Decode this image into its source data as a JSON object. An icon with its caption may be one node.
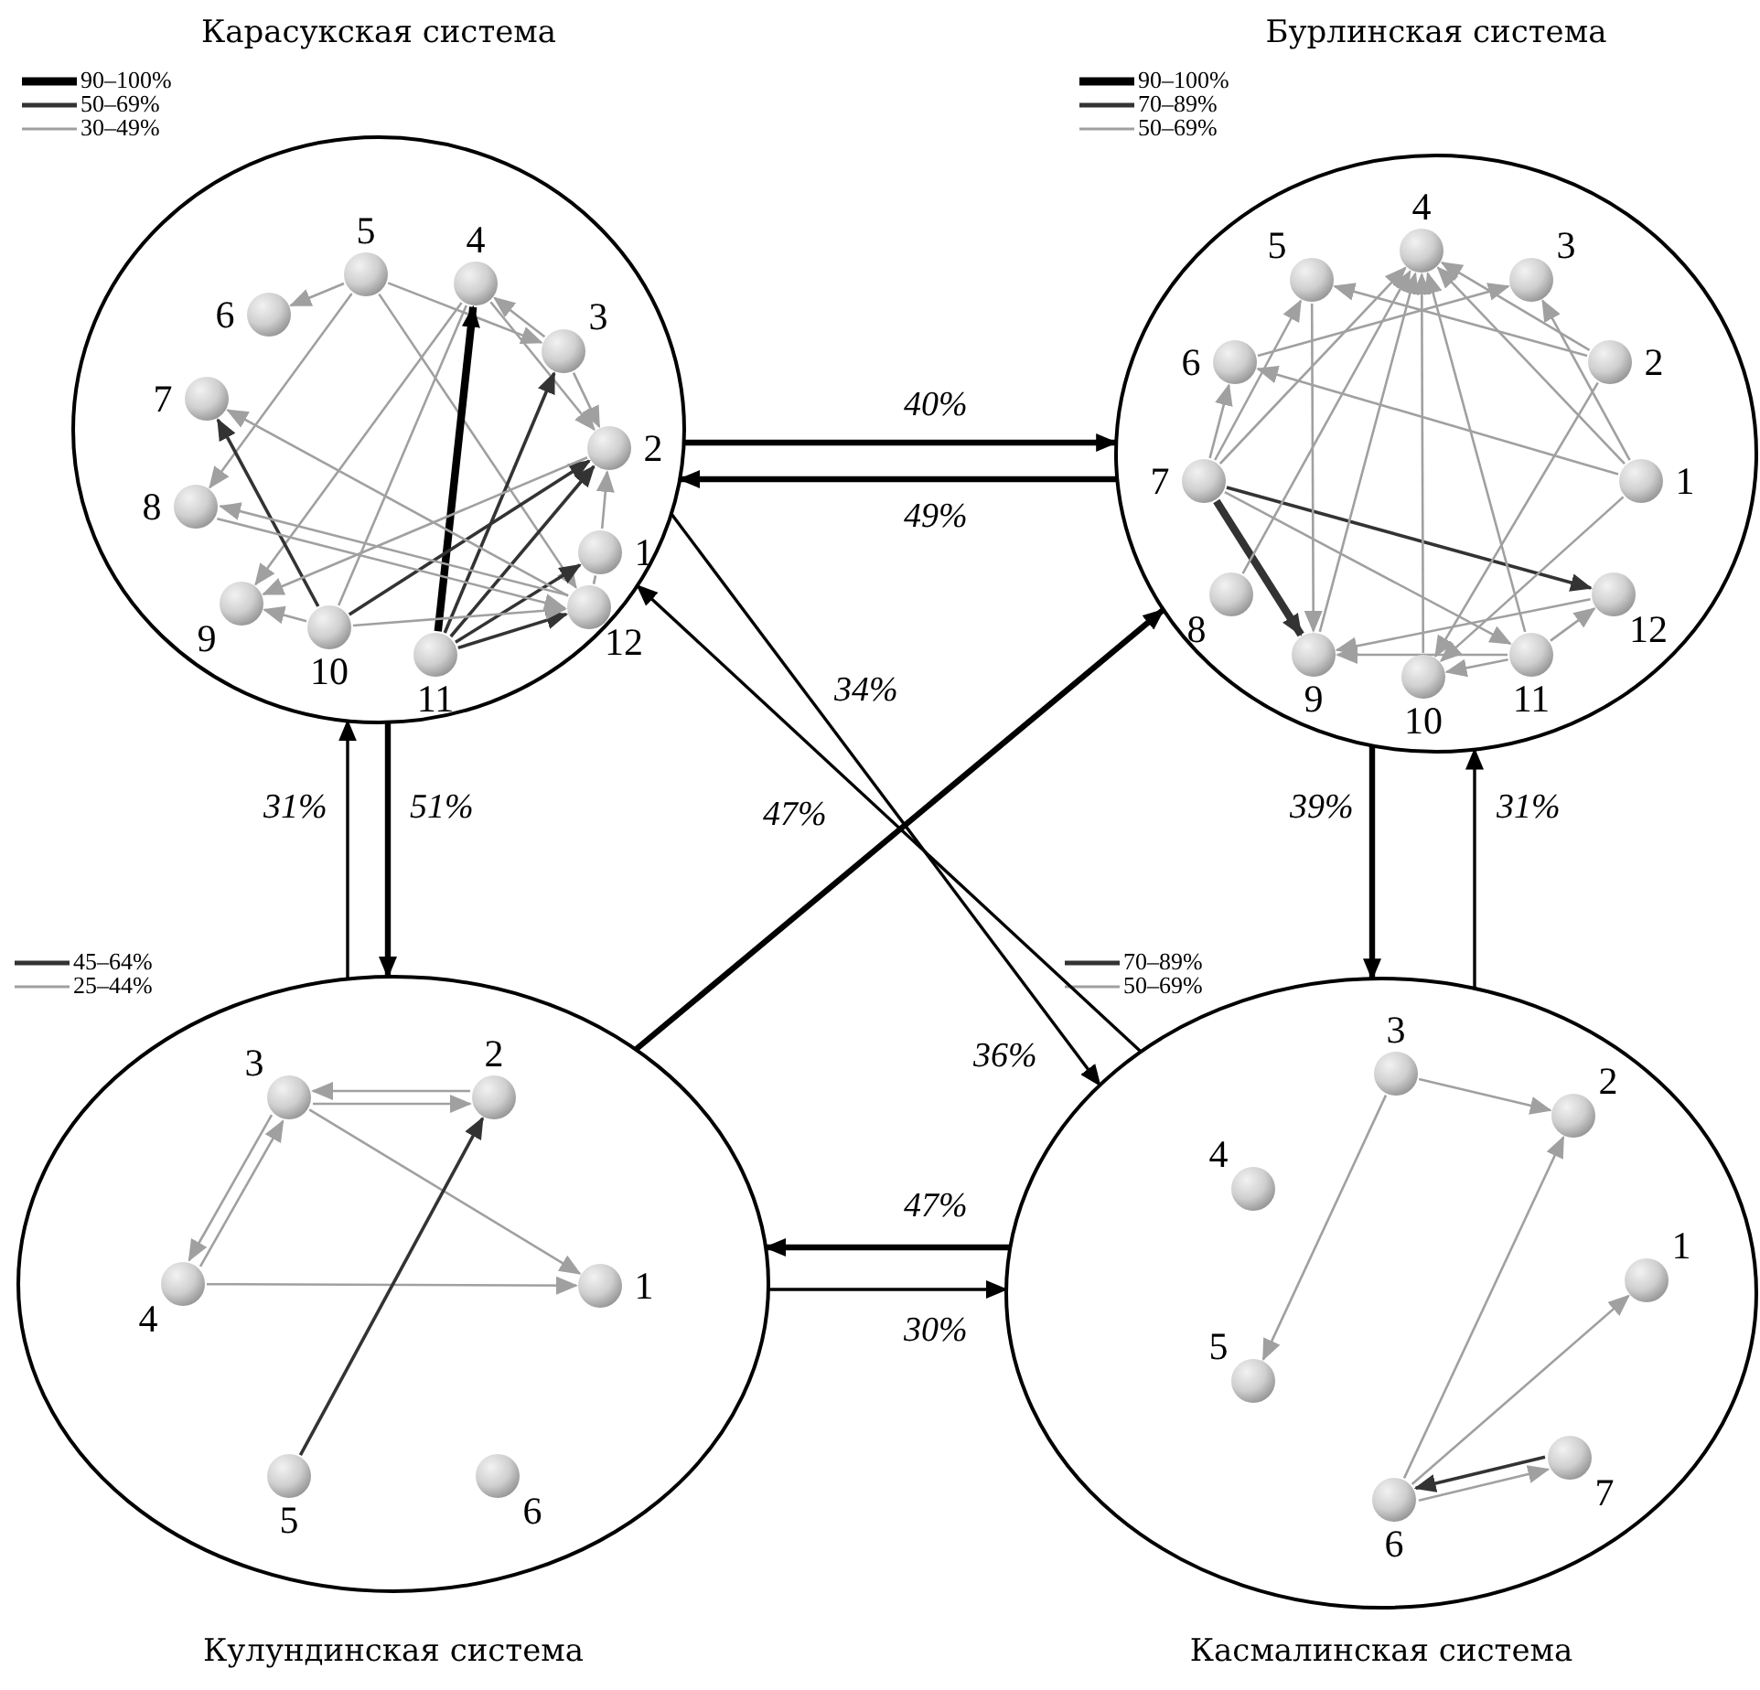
{
  "diagram": {
    "nodes": [
      {
        "text": [
          "Карасукская система"
        ]
      },
      {
        "text": [
          "1"
        ],
        "in": 0
      },
      {
        "text": [
          "2"
        ],
        "in": 0
      },
      {
        "text": [
          "3"
        ],
        "in": 0
      },
      {
        "text": [
          "4"
        ],
        "in": 0
      },
      {
        "text": [
          "5"
        ],
        "in": 0
      },
      {
        "text": [
          "6"
        ],
        "in": 0
      },
      {
        "text": [
          "7"
        ],
        "in": 0
      },
      {
        "text": [
          "8"
        ],
        "in": 0
      },
      {
        "text": [
          "9"
        ],
        "in": 0
      },
      {
        "text": [
          "10"
        ],
        "in": 0
      },
      {
        "text": [
          "11"
        ],
        "in": 0
      },
      {
        "text": [
          "12"
        ],
        "in": 0
      },
      {
        "text": [
          "Бурлинская система"
        ]
      },
      {
        "text": [
          "1"
        ],
        "in": 13
      },
      {
        "text": [
          "2"
        ],
        "in": 13
      },
      {
        "text": [
          "3"
        ],
        "in": 13
      },
      {
        "text": [
          "4"
        ],
        "in": 13
      },
      {
        "text": [
          "5"
        ],
        "in": 13
      },
      {
        "text": [
          "6"
        ],
        "in": 13
      },
      {
        "text": [
          "7"
        ],
        "in": 13
      },
      {
        "text": [
          "8"
        ],
        "in": 13
      },
      {
        "text": [
          "9"
        ],
        "in": 13
      },
      {
        "text": [
          "10"
        ],
        "in": 13
      },
      {
        "text": [
          "11"
        ],
        "in": 13
      },
      {
        "text": [
          "12"
        ],
        "in": 13
      },
      {
        "text": [
          "Кулундинская система"
        ]
      },
      {
        "text": [
          "1"
        ],
        "in": 26
      },
      {
        "text": [
          "2"
        ],
        "in": 26
      },
      {
        "text": [
          "3"
        ],
        "in": 26
      },
      {
        "text": [
          "4"
        ],
        "in": 26
      },
      {
        "text": [
          "5"
        ],
        "in": 26
      },
      {
        "text": [
          "6"
        ],
        "in": 26
      },
      {
        "text": [
          "Касмалинская система"
        ]
      },
      {
        "text": [
          "1"
        ],
        "in": 33
      },
      {
        "text": [
          "2"
        ],
        "in": 33
      },
      {
        "text": [
          "3"
        ],
        "in": 33
      },
      {
        "text": [
          "4"
        ],
        "in": 33
      },
      {
        "text": [
          "5"
        ],
        "in": 33
      },
      {
        "text": [
          "6"
        ],
        "in": 33
      },
      {
        "text": [
          "7"
        ],
        "in": 33
      }
    ],
    "edges": [
      {
        "from": 0,
        "to": 13,
        "arrow": "to",
        "label": "40%",
        "style": "thick",
        "color": "#000000"
      },
      {
        "from": 13,
        "to": 0,
        "arrow": "to",
        "label": "49%",
        "style": "thick",
        "color": "#000000"
      },
      {
        "from": 26,
        "to": 0,
        "arrow": "to",
        "label": "31%",
        "color": "#000000"
      },
      {
        "from": 0,
        "to": 26,
        "arrow": "to",
        "label": "51%",
        "style": "thick",
        "color": "#000000"
      },
      {
        "from": 0,
        "to": 33,
        "arrow": "to",
        "label": "34%",
        "color": "#000000"
      },
      {
        "from": 33,
        "to": 0,
        "arrow": "to",
        "label": "36%",
        "color": "#000000"
      },
      {
        "from": 26,
        "to": 13,
        "arrow": "to",
        "label": "47%",
        "style": "thick",
        "color": "#000000"
      },
      {
        "from": 13,
        "to": 33,
        "arrow": "to",
        "label": "39%",
        "style": "thick",
        "color": "#000000"
      },
      {
        "from": 33,
        "to": 13,
        "arrow": "to",
        "label": "31%",
        "color": "#000000"
      },
      {
        "from": 33,
        "to": 26,
        "arrow": "to",
        "label": "47%",
        "style": "thick",
        "color": "#000000"
      },
      {
        "from": 26,
        "to": 33,
        "arrow": "to",
        "label": "30%",
        "color": "#000000"
      },
      {
        "from": 5,
        "to": 6,
        "arrow": "to"
      },
      {
        "from": 5,
        "to": 8,
        "arrow": "to"
      },
      {
        "from": 5,
        "to": 3,
        "arrow": "to"
      },
      {
        "from": 5,
        "to": 12,
        "arrow": "to"
      },
      {
        "from": 3,
        "to": 4,
        "arrow": "to"
      },
      {
        "from": 4,
        "to": 9,
        "arrow": "to"
      },
      {
        "from": 4,
        "to": 10,
        "arrow": "none"
      },
      {
        "from": 4,
        "to": 2,
        "arrow": "to"
      },
      {
        "from": 11,
        "to": 4,
        "arrow": "to",
        "style": "thick",
        "color": "#000000"
      },
      {
        "from": 11,
        "to": 3,
        "arrow": "to",
        "color": "#333333"
      },
      {
        "from": 11,
        "to": 2,
        "arrow": "to",
        "color": "#333333"
      },
      {
        "from": 10,
        "to": 2,
        "arrow": "to",
        "color": "#333333"
      },
      {
        "from": 11,
        "to": 1,
        "arrow": "to",
        "color": "#333333"
      },
      {
        "from": 11,
        "to": 12,
        "arrow": "to",
        "color": "#333333"
      },
      {
        "from": 10,
        "to": 7,
        "arrow": "to",
        "color": "#333333"
      },
      {
        "from": 10,
        "to": 9,
        "arrow": "to"
      },
      {
        "from": 10,
        "to": 12,
        "arrow": "to"
      },
      {
        "from": 2,
        "to": 9,
        "arrow": "to"
      },
      {
        "from": 12,
        "to": 7,
        "arrow": "to"
      },
      {
        "from": 12,
        "to": 8,
        "arrow": "to"
      },
      {
        "from": 8,
        "to": 12,
        "arrow": "to"
      },
      {
        "from": 1,
        "to": 2,
        "arrow": "to"
      },
      {
        "from": 3,
        "to": 2,
        "arrow": "to"
      },
      {
        "from": 12,
        "to": 1,
        "arrow": "none"
      },
      {
        "from": 20,
        "to": 19,
        "arrow": "to"
      },
      {
        "from": 20,
        "to": 18,
        "arrow": "to"
      },
      {
        "from": 20,
        "to": 17,
        "arrow": "to"
      },
      {
        "from": 20,
        "to": 22,
        "arrow": "to",
        "style": "thick",
        "color": "#333333"
      },
      {
        "from": 20,
        "to": 25,
        "arrow": "to",
        "color": "#333333"
      },
      {
        "from": 20,
        "to": 24,
        "arrow": "to"
      },
      {
        "from": 18,
        "to": 22,
        "arrow": "to"
      },
      {
        "from": 19,
        "to": 16,
        "arrow": "to"
      },
      {
        "from": 14,
        "to": 19,
        "arrow": "to"
      },
      {
        "from": 14,
        "to": 17,
        "arrow": "to"
      },
      {
        "from": 14,
        "to": 16,
        "arrow": "to"
      },
      {
        "from": 14,
        "to": 23,
        "arrow": "to"
      },
      {
        "from": 15,
        "to": 18,
        "arrow": "to"
      },
      {
        "from": 15,
        "to": 23,
        "arrow": "to"
      },
      {
        "from": 15,
        "to": 17,
        "arrow": "to"
      },
      {
        "from": 23,
        "to": 17,
        "arrow": "to"
      },
      {
        "from": 24,
        "to": 17,
        "arrow": "to"
      },
      {
        "from": 24,
        "to": 23,
        "arrow": "to"
      },
      {
        "from": 24,
        "to": 25,
        "arrow": "to"
      },
      {
        "from": 25,
        "to": 22,
        "arrow": "to"
      },
      {
        "from": 24,
        "to": 22,
        "arrow": "to"
      },
      {
        "from": 21,
        "to": 17,
        "arrow": "to"
      },
      {
        "from": 22,
        "to": 17,
        "arrow": "to"
      },
      {
        "from": 29,
        "to": 28,
        "arrow": "to"
      },
      {
        "from": 28,
        "to": 29,
        "arrow": "to"
      },
      {
        "from": 29,
        "to": 30,
        "arrow": "to"
      },
      {
        "from": 30,
        "to": 29,
        "arrow": "to"
      },
      {
        "from": 29,
        "to": 27,
        "arrow": "to"
      },
      {
        "from": 30,
        "to": 27,
        "arrow": "to"
      },
      {
        "from": 31,
        "to": 28,
        "arrow": "to",
        "color": "#333333"
      },
      {
        "from": 36,
        "to": 35,
        "arrow": "to"
      },
      {
        "from": 36,
        "to": 38,
        "arrow": "to"
      },
      {
        "from": 39,
        "to": 35,
        "arrow": "to"
      },
      {
        "from": 39,
        "to": 34,
        "arrow": "to"
      },
      {
        "from": 40,
        "to": 39,
        "arrow": "to",
        "color": "#333333"
      },
      {
        "from": 39,
        "to": 40,
        "arrow": "to"
      }
    ],
    "legend": [
      {
        "text": "90–100%"
      },
      {
        "text": "50–69%"
      },
      {
        "text": "30–49%"
      },
      {
        "text": "90–100%"
      },
      {
        "text": "70–89%"
      },
      {
        "text": "50–69%"
      },
      {
        "text": "45–64%"
      },
      {
        "text": "25–44%"
      },
      {
        "text": "70–89%"
      },
      {
        "text": "50–69%"
      }
    ]
  }
}
